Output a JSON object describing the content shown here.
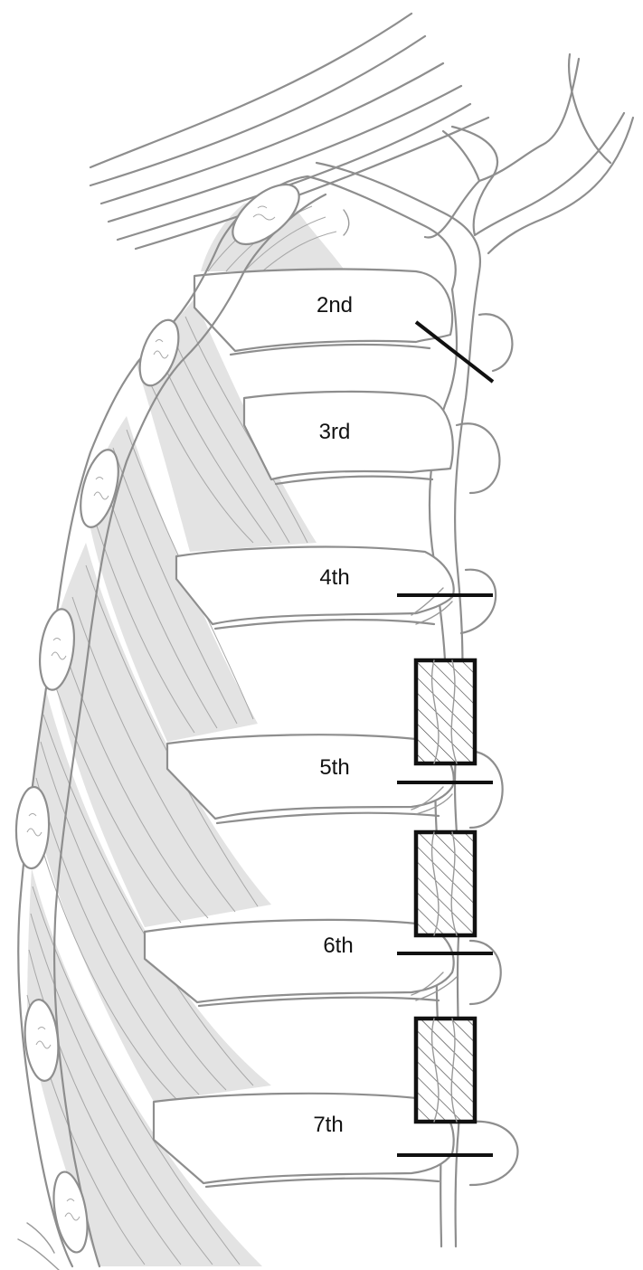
{
  "labels": {
    "rib_2": "2nd",
    "rib_3": "3rd",
    "rib_4": "4th",
    "rib_5": "5th",
    "rib_6": "6th",
    "rib_7": "7th"
  },
  "colors": {
    "outline": "#8e8e8e",
    "muscle_fill": "#e3e3e3",
    "marker": "#111111",
    "background": "#ffffff"
  }
}
